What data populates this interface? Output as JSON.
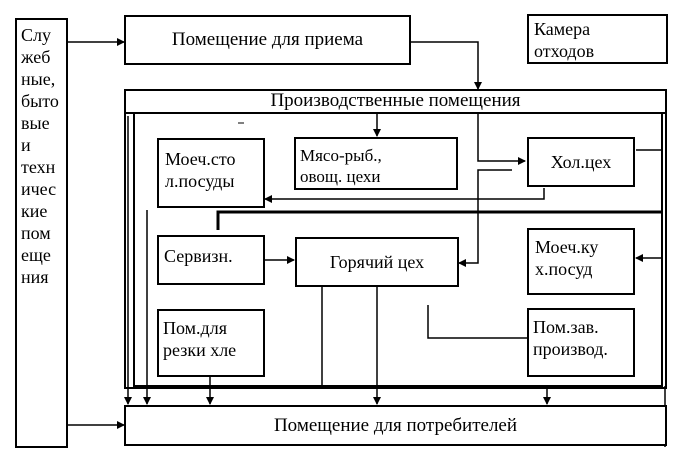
{
  "diagram": {
    "nodes": {
      "service": {
        "lines": [
          "Слу",
          "жеб",
          "ные,",
          "быто",
          "вые",
          "и",
          "техн",
          "ичес",
          "кие",
          "пом",
          "еще",
          "ния"
        ]
      },
      "reception": {
        "label": "Помещение для приема"
      },
      "waste": {
        "lines": [
          "Камера",
          "отходов"
        ]
      },
      "production": {
        "label": "Производственные помещения"
      },
      "dishwash_table": {
        "lines": [
          "Моеч.сто",
          "л.посуды"
        ]
      },
      "meat_fish_veg": {
        "lines": [
          "Мясо-рыб.,",
          "овощ. цехи"
        ]
      },
      "cold_shop": {
        "label": "Хол.цех"
      },
      "service_room": {
        "label": "Сервизн."
      },
      "hot_shop": {
        "label": "Горячий цех"
      },
      "kitchen_dishwash": {
        "lines": [
          "Моеч.ку",
          "х.посуд"
        ]
      },
      "bread_cutting": {
        "lines": [
          "Пом.для",
          "резки хле"
        ]
      },
      "manager": {
        "lines": [
          "Пом.зав.",
          "производ."
        ]
      },
      "consumers": {
        "label": "Помещение для потребителей"
      }
    }
  }
}
